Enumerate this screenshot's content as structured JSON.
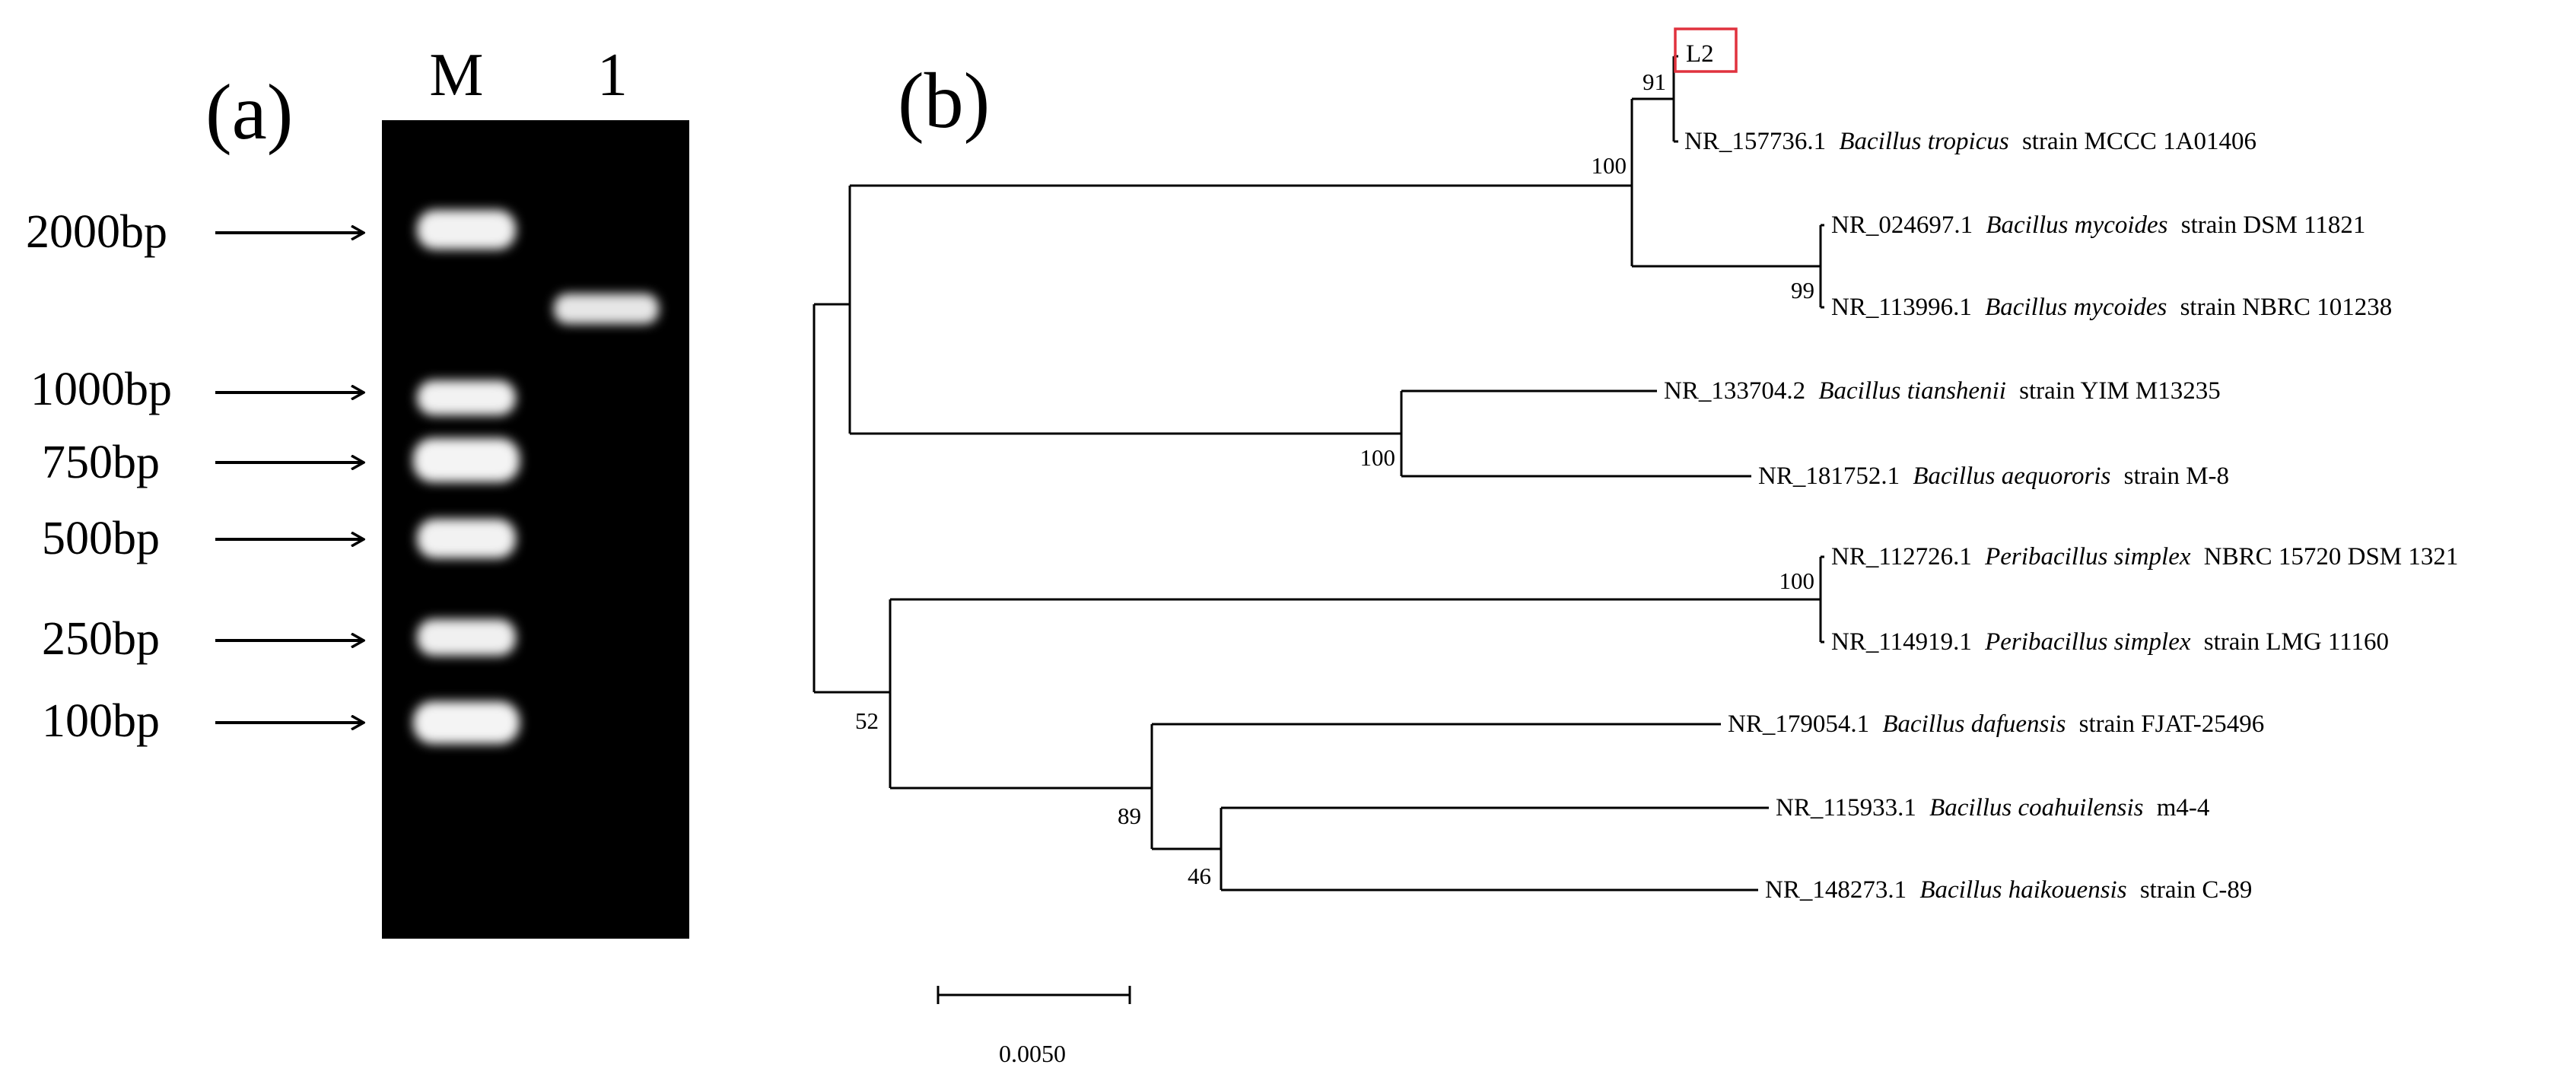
{
  "panel_a": {
    "label": "(a)",
    "lanes": [
      "M",
      "1"
    ],
    "markers": [
      "2000bp",
      "1000bp",
      "750bp",
      "500bp",
      "250bp",
      "100bp"
    ],
    "sample_band_approx_bp": "about 1500 (between 1000bp and 2000bp markers)"
  },
  "panel_b": {
    "label": "(b)",
    "highlight": "L2",
    "highlight_color": "#e0323e",
    "scale_bar_value": "0.0050",
    "taxa": [
      {
        "id": "L2",
        "accession": "L2",
        "species": "",
        "strain": ""
      },
      {
        "id": "tropicus",
        "accession": "NR_157736.1",
        "species": "Bacillus tropicus",
        "strain": "strain MCCC 1A01406"
      },
      {
        "id": "mycoides1",
        "accession": "NR_024697.1",
        "species": "Bacillus mycoides",
        "strain": "strain DSM 11821"
      },
      {
        "id": "mycoides2",
        "accession": "NR_113996.1",
        "species": "Bacillus mycoides",
        "strain": "strain NBRC 101238"
      },
      {
        "id": "tianshenii",
        "accession": "NR_133704.2",
        "species": "Bacillus tianshenii",
        "strain": "strain YIM M13235"
      },
      {
        "id": "aequororis",
        "accession": "NR_181752.1",
        "species": "Bacillus aequororis",
        "strain": "strain M-8"
      },
      {
        "id": "simplex1",
        "accession": "NR_112726.1",
        "species": "Peribacillus simplex",
        "strain": "NBRC 15720 DSM 1321"
      },
      {
        "id": "simplex2",
        "accession": "NR_114919.1",
        "species": "Peribacillus simplex",
        "strain": "strain LMG 11160"
      },
      {
        "id": "dafuensis",
        "accession": "NR_179054.1",
        "species": "Bacillus dafuensis",
        "strain": "strain FJAT-25496"
      },
      {
        "id": "coahuilensis",
        "accession": "NR_115933.1",
        "species": "Bacillus coahuilensis",
        "strain": "m4-4"
      },
      {
        "id": "haikouensis",
        "accession": "NR_148273.1",
        "species": "Bacillus haikouensis",
        "strain": "strain C-89"
      }
    ],
    "bootstrap_values": {
      "L2_tropicus": "91",
      "cereus_group": "100",
      "mycoides": "99",
      "tianshenii_aequororis": "100",
      "simplex": "100",
      "lower_clade": "52",
      "dafuensis_group": "89",
      "coahuilensis_haikouensis": "46"
    }
  }
}
